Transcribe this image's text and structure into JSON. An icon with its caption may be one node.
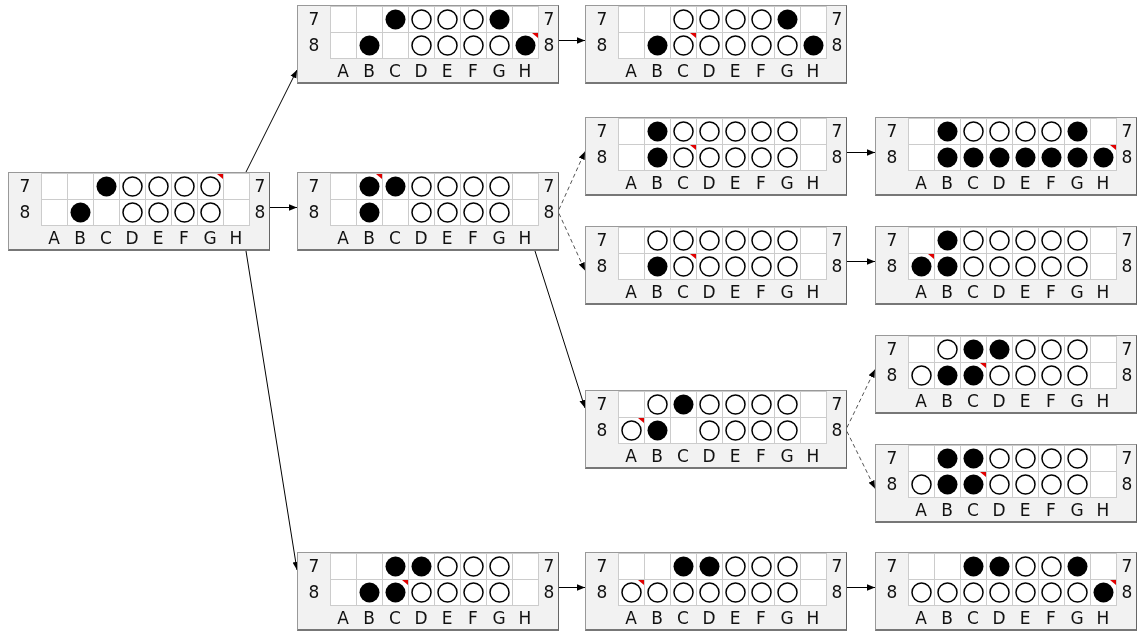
{
  "diagram": {
    "nodes": [
      {
        "text": [
          "7",
          "7",
          "8",
          "8",
          "A",
          "B",
          "C",
          "D",
          "E",
          "F",
          "G",
          "H"
        ]
      },
      {
        "text": [
          "7",
          "7",
          "8",
          "8",
          "A",
          "B",
          "C",
          "D",
          "E",
          "F",
          "G",
          "H"
        ]
      },
      {
        "text": [
          "7",
          "7",
          "8",
          "8",
          "A",
          "B",
          "C",
          "D",
          "E",
          "F",
          "G",
          "H"
        ]
      },
      {
        "text": [
          "7",
          "7",
          "8",
          "8",
          "A",
          "B",
          "C",
          "D",
          "E",
          "F",
          "G",
          "H"
        ]
      },
      {
        "text": [
          "7",
          "7",
          "8",
          "8",
          "A",
          "B",
          "C",
          "D",
          "E",
          "F",
          "G",
          "H"
        ]
      },
      {
        "text": [
          "7",
          "7",
          "8",
          "8",
          "A",
          "B",
          "C",
          "D",
          "E",
          "F",
          "G",
          "H"
        ]
      },
      {
        "text": [
          "7",
          "7",
          "8",
          "8",
          "A",
          "B",
          "C",
          "D",
          "E",
          "F",
          "G",
          "H"
        ]
      },
      {
        "text": [
          "7",
          "7",
          "8",
          "8",
          "A",
          "B",
          "C",
          "D",
          "E",
          "F",
          "G",
          "H"
        ]
      },
      {
        "text": [
          "7",
          "7",
          "8",
          "8",
          "A",
          "B",
          "C",
          "D",
          "E",
          "F",
          "G",
          "H"
        ]
      },
      {
        "text": [
          "7",
          "7",
          "8",
          "8",
          "A",
          "B",
          "C",
          "D",
          "E",
          "F",
          "G",
          "H"
        ]
      },
      {
        "text": [
          "7",
          "7",
          "8",
          "8",
          "A",
          "B",
          "C",
          "D",
          "E",
          "F",
          "G",
          "H"
        ]
      },
      {
        "text": [
          "7",
          "7",
          "8",
          "8",
          "A",
          "B",
          "C",
          "D",
          "E",
          "F",
          "G",
          "H"
        ]
      },
      {
        "text": [
          "7",
          "7",
          "8",
          "8",
          "A",
          "B",
          "C",
          "D",
          "E",
          "F",
          "G",
          "H"
        ]
      },
      {
        "text": [
          "7",
          "7",
          "8",
          "8",
          "A",
          "B",
          "C",
          "D",
          "E",
          "F",
          "G",
          "H"
        ]
      }
    ],
    "edges": [
      {
        "from": 0,
        "to": 1,
        "arrow": "to"
      },
      {
        "from": 0,
        "to": 3,
        "arrow": "to"
      },
      {
        "from": 0,
        "to": 11,
        "arrow": "to"
      },
      {
        "from": 1,
        "to": 2,
        "arrow": "to"
      },
      {
        "from": 3,
        "to": 4,
        "arrow": "to",
        "style": "dashed"
      },
      {
        "from": 3,
        "to": 6,
        "arrow": "to",
        "style": "dashed"
      },
      {
        "from": 3,
        "to": 8,
        "arrow": "to"
      },
      {
        "from": 4,
        "to": 5,
        "arrow": "to"
      },
      {
        "from": 6,
        "to": 7,
        "arrow": "to"
      },
      {
        "from": 8,
        "to": 9,
        "arrow": "to",
        "style": "dashed"
      },
      {
        "from": 8,
        "to": 10,
        "arrow": "to",
        "style": "dashed"
      },
      {
        "from": 11,
        "to": 12,
        "arrow": "to"
      },
      {
        "from": 12,
        "to": 13,
        "arrow": "to"
      }
    ]
  }
}
